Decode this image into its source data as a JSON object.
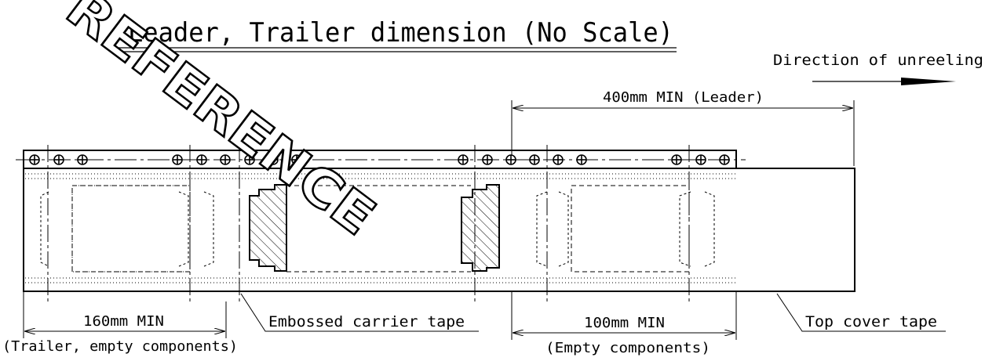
{
  "title": "Leader, Trailer dimension (No Scale)",
  "watermark": "REFERENCE",
  "direction_label": "Direction of unreeling",
  "dimensions": {
    "leader": "400mm MIN (Leader)",
    "trailer_value": "160mm MIN",
    "trailer_note": "(Trailer, empty components)",
    "empty_value": "100mm MIN",
    "empty_note": "(Empty components)"
  },
  "callouts": {
    "carrier": "Embossed carrier tape",
    "cover": "Top cover tape"
  },
  "colors": {
    "ink": "#000000",
    "watermark": "#000000"
  }
}
